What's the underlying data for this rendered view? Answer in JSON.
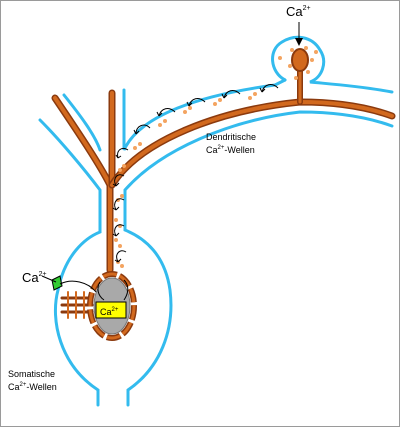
{
  "labels": {
    "ca_top": "Ca",
    "ca_left": "Ca",
    "ca_nucleus": "Ca",
    "superscript": "2+",
    "dendritic_line1": "Dendritische",
    "dendritic_line2_prefix": "Ca",
    "dendritic_line2_suffix": "-Wellen",
    "somatic_line1": "Somatische",
    "somatic_line2_prefix": "Ca",
    "somatic_line2_suffix": "-Wellen"
  },
  "colors": {
    "membrane": "#33bbee",
    "er": "#d2691e",
    "granule": "#f4a460",
    "nucleus": "#a9a9a9",
    "channel": "#33cc33",
    "highlight": "#ffff00"
  }
}
